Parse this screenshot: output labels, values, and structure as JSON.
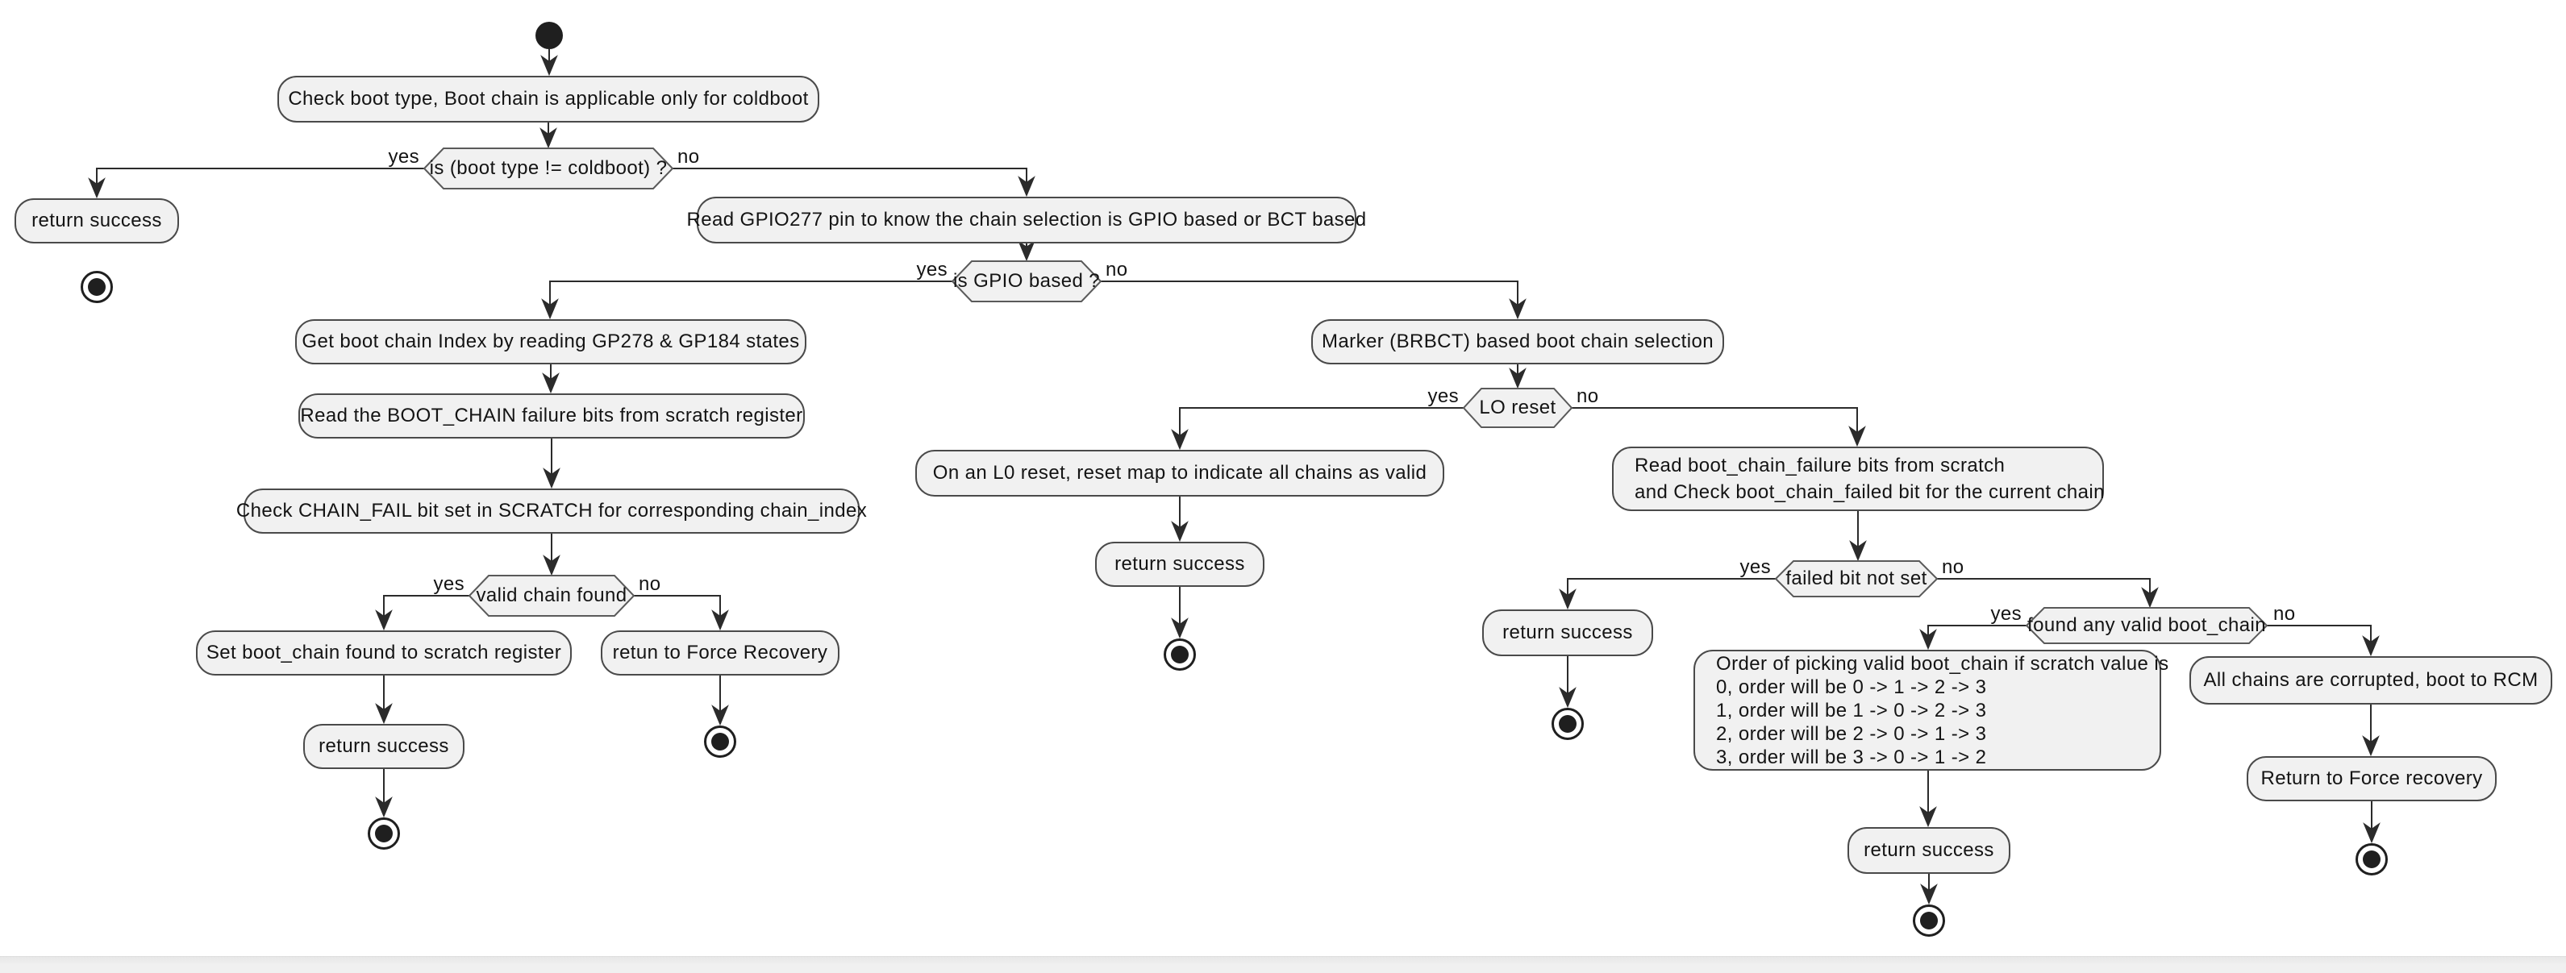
{
  "colors": {
    "node_fill": "#f1f1f1",
    "node_border": "#4a4a4a",
    "line": "#2b2b2b",
    "text": "#141414",
    "bottom_bar": "#f0f0f0"
  },
  "labels": {
    "yes": "yes",
    "no": "no"
  },
  "nodes": {
    "check_boot": "Check boot type, Boot chain is applicable only for coldboot",
    "cond_boot_type": "is (boot type != coldboot) ?",
    "return_success": "return success",
    "read_gpio": "Read GPIO277 pin to know the chain selection is GPIO based or BCT based",
    "cond_gpio": "is GPIO based ?",
    "get_boot_chain": "Get boot chain Index by reading GP278 & GP184 states",
    "read_boot_chain_bits": "Read the BOOT_CHAIN failure bits from scratch register",
    "check_chain_fail": "Check CHAIN_FAIL bit set in SCRATCH for corresponding chain_index",
    "cond_valid_chain": "valid chain found",
    "set_boot_chain": "Set boot_chain found to scratch register",
    "retun_force_recovery": "retun to Force Recovery",
    "marker_brbct": "Marker (BRBCT) based boot chain selection",
    "cond_lo_reset": "LO reset",
    "l0_reset": "On an L0 reset, reset map to indicate all chains as valid",
    "read_failure_line1": "Read boot_chain_failure bits from scratch",
    "read_failure_line2": "and Check boot_chain_failed bit for the current chain",
    "cond_failed_bit": "failed bit not set",
    "cond_found_valid": "found any valid boot_chain",
    "order_line1": "Order of picking valid boot_chain if scratch value is",
    "order_line2": "0, order will be 0 -> 1 -> 2 -> 3",
    "order_line3": "1, order will be 1 -> 0 -> 2 -> 3",
    "order_line4": "2, order will be 2 -> 0 -> 1 -> 3",
    "order_line5": "3, order will be 3 -> 0 -> 1 -> 2",
    "all_corrupted": "All chains are corrupted, boot to RCM",
    "return_force_recovery": "Return to Force recovery"
  }
}
